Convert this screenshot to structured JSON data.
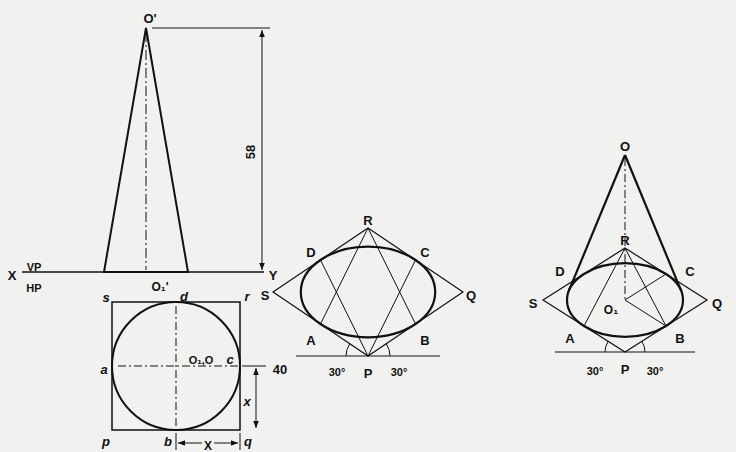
{
  "diagram": {
    "labels": [
      "O'",
      "58",
      "X",
      "VP",
      "HP",
      "Y",
      "O₁'",
      "s",
      "d",
      "r",
      "a",
      "c",
      "O₁,O",
      "40",
      "x",
      "p",
      "b",
      "q",
      "X",
      "R",
      "D",
      "C",
      "S",
      "Q",
      "A",
      "B",
      "P",
      "30°",
      "30°",
      "O",
      "R",
      "D",
      "C",
      "S",
      "Q",
      "O₁",
      "A",
      "B",
      "P",
      "30°",
      "30°"
    ]
  }
}
